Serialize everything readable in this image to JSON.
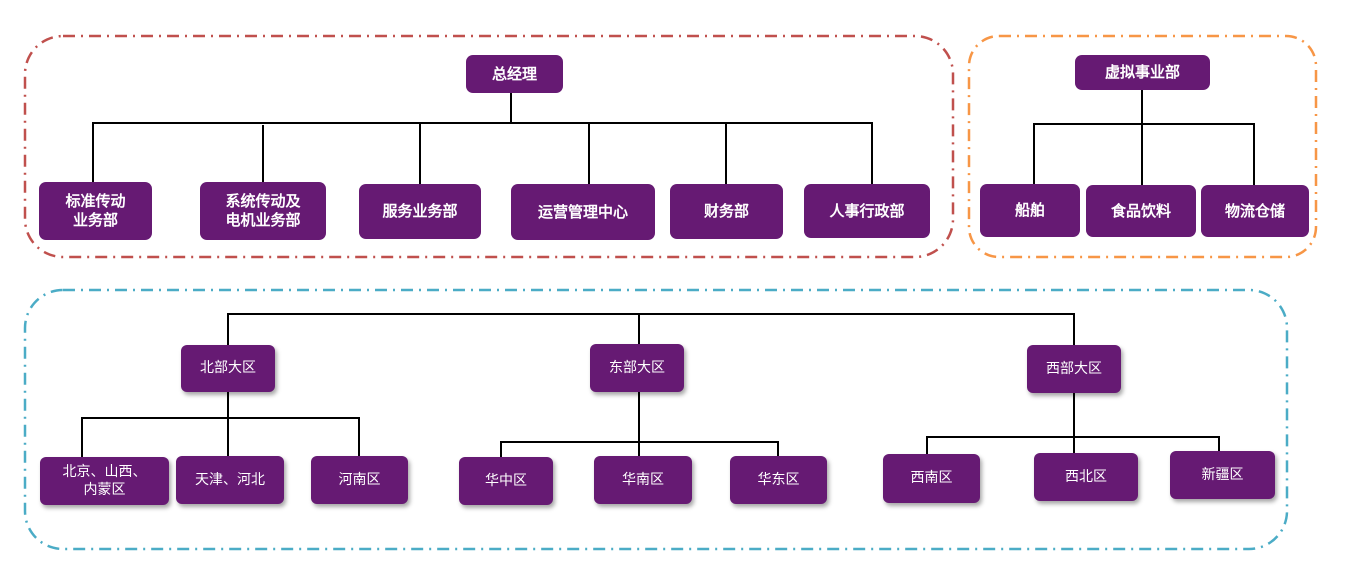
{
  "colors": {
    "box_fill": "#661a73",
    "box_text": "#ffffff",
    "frame_hq": "#c0504d",
    "frame_virtual": "#f79646",
    "frame_regions": "#4bacc6",
    "connector": "#000000"
  },
  "headquarters": {
    "root": "总经理",
    "departments": [
      "标准传动\n业务部",
      "系统传动及\n电机业务部",
      "服务业务部",
      "运营管理中心",
      "财务部",
      "人事行政部"
    ]
  },
  "virtual": {
    "root": "虚拟事业部",
    "units": [
      "船舶",
      "食品饮料",
      "物流仓储"
    ]
  },
  "regions": [
    {
      "name": "北部大区",
      "subs": [
        "北京、山西、\n内蒙区",
        "天津、河北",
        "河南区"
      ]
    },
    {
      "name": "东部大区",
      "subs": [
        "华中区",
        "华南区",
        "华东区"
      ]
    },
    {
      "name": "西部大区",
      "subs": [
        "西南区",
        "西北区",
        "新疆区"
      ]
    }
  ]
}
